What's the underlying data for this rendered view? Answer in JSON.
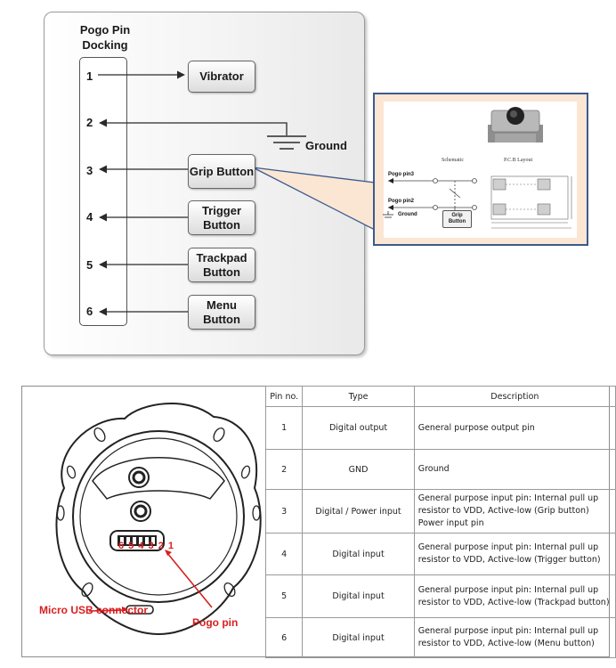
{
  "diagram": {
    "dock_title": "Pogo Pin Docking",
    "pins": [
      "1",
      "2",
      "3",
      "4",
      "5",
      "6"
    ],
    "components": {
      "vibrator": "Vibrator",
      "grip": "Grip Button",
      "trigger": "Trigger Button",
      "trackpad": "Trackpad Button",
      "menu": "Menu Button"
    },
    "ground_label": "Ground"
  },
  "inset": {
    "schematic": "Schematic",
    "pcb_layout": "P.C.B Layout",
    "pogo_pin3": "Pogo pin3",
    "pogo_pin2": "Pogo pin2",
    "ground": "Ground",
    "grip_button": "Grip Button"
  },
  "device": {
    "pin_digits": "6 5 4 3 2 1",
    "micro_usb_label": "Micro USB connector",
    "pogo_pin_label": "Pogo pin"
  },
  "table": {
    "headers": [
      "Pin no.",
      "Type",
      "Description"
    ],
    "rows": [
      {
        "pin": "1",
        "type": "Digital output",
        "description": "General purpose output pin"
      },
      {
        "pin": "2",
        "type": "GND",
        "description": "Ground"
      },
      {
        "pin": "3",
        "type": "Digital / Power input",
        "description": "General purpose input pin: Internal pull up resistor to VDD, Active-low (Grip button)\nPower input pin"
      },
      {
        "pin": "4",
        "type": "Digital input",
        "description": "General purpose input pin: Internal pull up resistor to VDD, Active-low (Trigger button)"
      },
      {
        "pin": "5",
        "type": "Digital input",
        "description": "General purpose input pin: Internal pull up resistor to VDD, Active-low (Trackpad button)"
      },
      {
        "pin": "6",
        "type": "Digital input",
        "description": "General purpose input pin: Internal pull up resistor to VDD, Active-low (Menu button)"
      }
    ]
  },
  "colors": {
    "accent_red": "#d82020",
    "inset_border": "#3b5a8e",
    "inset_fill": "#fbe6d3"
  }
}
